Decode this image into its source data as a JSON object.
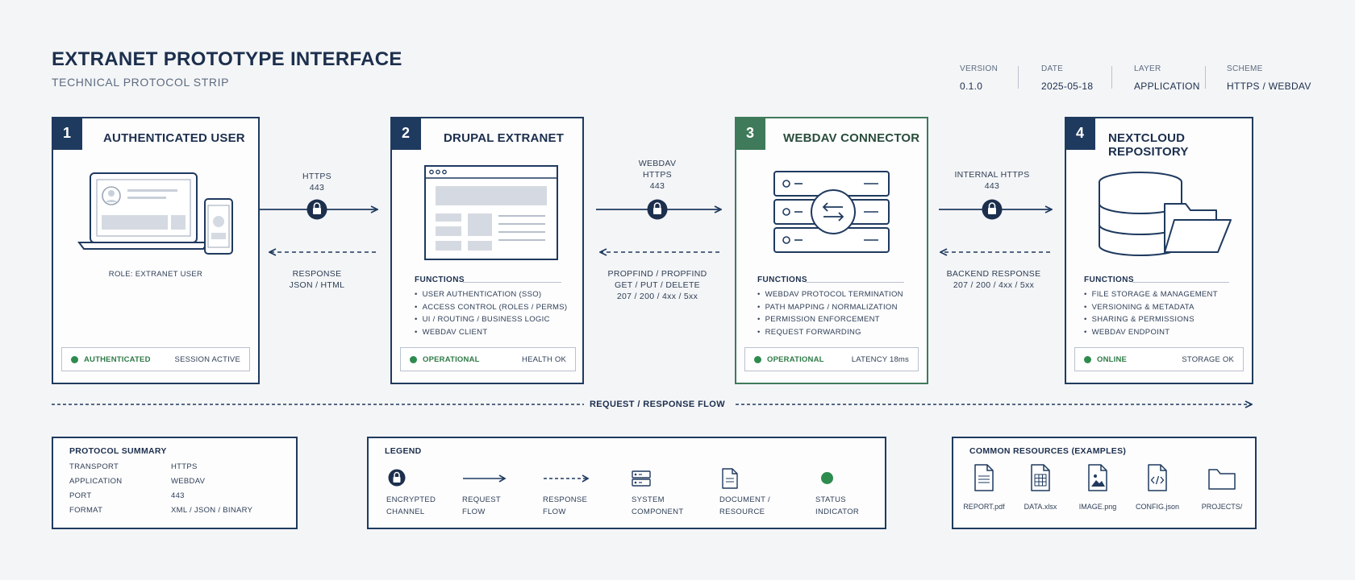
{
  "header": {
    "title": "EXTRANET PROTOTYPE INTERFACE",
    "subtitle": "TECHNICAL PROTOCOL STRIP",
    "meta": [
      {
        "label": "VERSION",
        "value": "0.1.0"
      },
      {
        "label": "DATE",
        "value": "2025-05-18"
      },
      {
        "label": "LAYER",
        "value": "APPLICATION"
      },
      {
        "label": "SCHEME",
        "value": "HTTPS / WEBDAV"
      }
    ]
  },
  "cards": [
    {
      "number": "1",
      "title": "AUTHENTICATED USER",
      "role": "ROLE: EXTRANET USER",
      "functions_heading": "",
      "functions": [],
      "status": "AUTHENTICATED",
      "status_right": "SESSION ACTIVE"
    },
    {
      "number": "2",
      "title": "DRUPAL EXTRANET",
      "functions_heading": "FUNCTIONS",
      "functions": [
        "USER AUTHENTICATION (SSO)",
        "ACCESS CONTROL (ROLES / PERMS)",
        "UI / ROUTING / BUSINESS LOGIC",
        "WEBDAV CLIENT"
      ],
      "status": "OPERATIONAL",
      "status_right": "HEALTH OK"
    },
    {
      "number": "3",
      "title": "WEBDAV CONNECTOR",
      "functions_heading": "FUNCTIONS",
      "functions": [
        "WEBDAV PROTOCOL TERMINATION",
        "PATH MAPPING / NORMALIZATION",
        "PERMISSION ENFORCEMENT",
        "REQUEST FORWARDING"
      ],
      "status": "OPERATIONAL",
      "status_right": "LATENCY 18ms"
    },
    {
      "number": "4",
      "title": "NEXTCLOUD REPOSITORY",
      "functions_heading": "FUNCTIONS",
      "functions": [
        "FILE STORAGE & MANAGEMENT",
        "VERSIONING & METADATA",
        "SHARING & PERMISSIONS",
        "WEBDAV ENDPOINT"
      ],
      "status": "ONLINE",
      "status_right": "STORAGE OK"
    }
  ],
  "connectors": [
    {
      "request": [
        "HTTPS",
        "443"
      ],
      "response": [
        "RESPONSE",
        "JSON / HTML"
      ]
    },
    {
      "request": [
        "WEBDAV",
        "HTTPS",
        "443"
      ],
      "response": [
        "PROPFIND / PROPFIND",
        "GET / PUT / DELETE",
        "207 / 200 / 4xx / 5xx"
      ]
    },
    {
      "request": [
        "INTERNAL HTTPS",
        "443"
      ],
      "response": [
        "BACKEND RESPONSE",
        "207 / 200 / 4xx / 5xx"
      ]
    }
  ],
  "flow_label": "REQUEST / RESPONSE FLOW",
  "protocol_summary": {
    "heading": "PROTOCOL SUMMARY",
    "rows": [
      {
        "key": "TRANSPORT",
        "value": "HTTPS"
      },
      {
        "key": "APPLICATION",
        "value": "WEBDAV"
      },
      {
        "key": "PORT",
        "value": "443"
      },
      {
        "key": "FORMAT",
        "value": "XML / JSON / BINARY"
      }
    ]
  },
  "legend": {
    "heading": "LEGEND",
    "items": [
      {
        "icon": "lock-icon",
        "line1": "ENCRYPTED",
        "line2": "CHANNEL"
      },
      {
        "icon": "solid-arrow-icon",
        "line1": "REQUEST",
        "line2": "FLOW"
      },
      {
        "icon": "dashed-arrow-icon",
        "line1": "RESPONSE",
        "line2": "FLOW"
      },
      {
        "icon": "server-icon",
        "line1": "SYSTEM",
        "line2": "COMPONENT"
      },
      {
        "icon": "document-icon",
        "line1": "DOCUMENT /",
        "line2": "RESOURCE"
      },
      {
        "icon": "status-dot-icon",
        "line1": "STATUS",
        "line2": "INDICATOR"
      }
    ]
  },
  "resources": {
    "heading": "COMMON RESOURCES (EXAMPLES)",
    "items": [
      {
        "icon": "pdf-file-icon",
        "label": "REPORT.pdf"
      },
      {
        "icon": "spreadsheet-file-icon",
        "label": "DATA.xlsx"
      },
      {
        "icon": "image-file-icon",
        "label": "IMAGE.png"
      },
      {
        "icon": "code-file-icon",
        "label": "CONFIG.json"
      },
      {
        "icon": "folder-icon",
        "label": "PROJECTS/"
      }
    ]
  },
  "colors": {
    "navy": "#1f3a5f",
    "green_border": "#3f7a5a",
    "status_green": "#2e8b4e",
    "background": "#f4f5f7"
  }
}
